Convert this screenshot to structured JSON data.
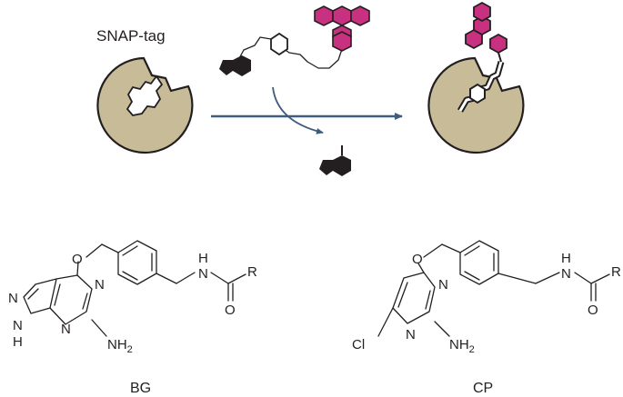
{
  "figure": {
    "protein_label": "SNAP-tag",
    "colors": {
      "protein": "#c8bc98",
      "protein_stroke": "#231f20",
      "fluorophore": "#c8317f",
      "arrow": "#3e5c7e",
      "leaving_group": "#231f20"
    },
    "structures": {
      "bg": {
        "caption": "BG",
        "atoms": {
          "o": "O",
          "n1": "N",
          "n3": "N",
          "n7": "N",
          "nh": "N",
          "h": "H",
          "nh2": "NH",
          "nh2_sub": "2",
          "amide_n": "N",
          "amide_h": "H",
          "carbonyl_o": "O",
          "r": "R"
        }
      },
      "cp": {
        "caption": "CP",
        "atoms": {
          "o": "O",
          "n1": "N",
          "n3": "N",
          "cl": "Cl",
          "nh2": "NH",
          "nh2_sub": "2",
          "amide_n": "N",
          "amide_h": "H",
          "carbonyl_o": "O",
          "r": "R"
        }
      }
    }
  }
}
